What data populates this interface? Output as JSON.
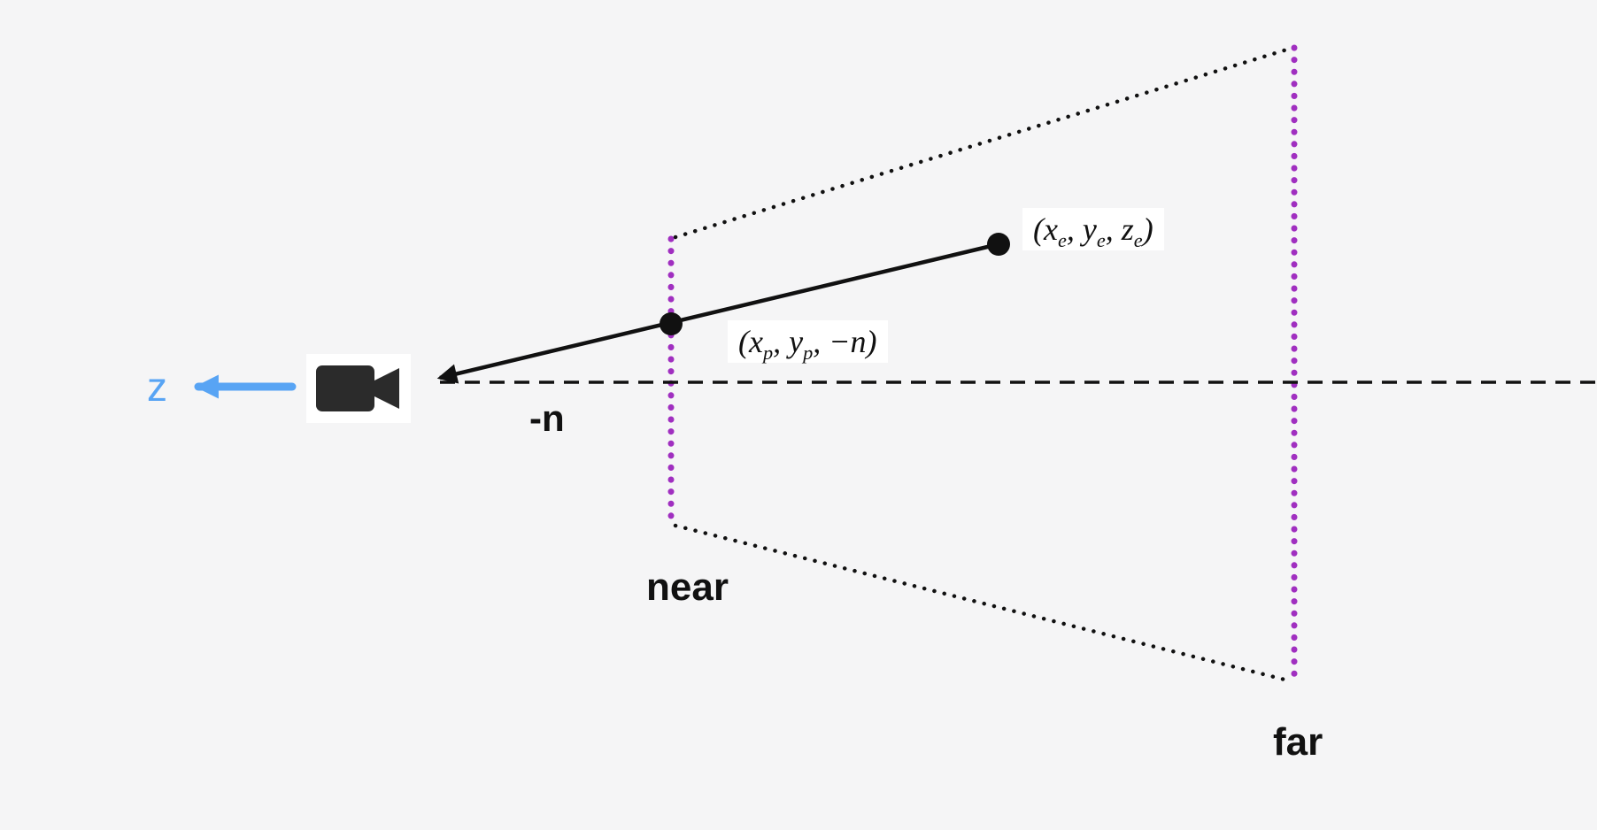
{
  "diagram": {
    "description": "perspective-projection-frustum-diagram",
    "background": "#f5f5f6",
    "colors": {
      "ink": "#111111",
      "axis_blue": "#58a4f4",
      "plane_purple": "#a02fc0",
      "camera_fill": "#2b2b2b",
      "label_bg": "#ffffff"
    },
    "labels": {
      "z_axis": "z",
      "near_distance": "-n",
      "near_plane": "near",
      "far_plane": "far"
    },
    "eye_point_label": {
      "p1": "(x",
      "s1": "e",
      "p2": ", y",
      "s2": "e",
      "p3": ", z",
      "s3": "e",
      "p4": ")"
    },
    "projected_point_label": {
      "p1": "(x",
      "s1": "p",
      "p2": ", y",
      "s2": "p",
      "p3": ", −n)"
    }
  }
}
